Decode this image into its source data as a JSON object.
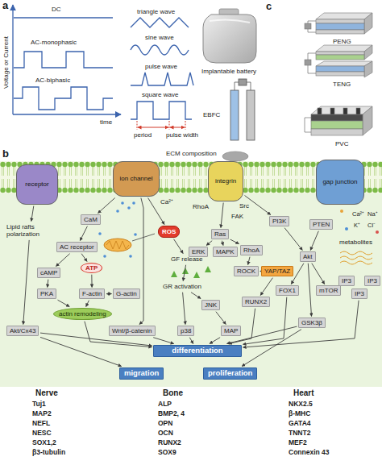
{
  "diagram": {
    "nodes": [
      {
        "text": [
          "receptor"
        ]
      },
      {
        "text": [
          "ion channel"
        ]
      },
      {
        "text": [
          "integrin"
        ]
      },
      {
        "text": [
          "gap junction"
        ]
      },
      {
        "text": [
          "Lipid rafts polarization"
        ]
      },
      {
        "text": [
          "CaM"
        ]
      },
      {
        "text": [
          "ROS"
        ]
      },
      {
        "text": [
          "AC receptor"
        ]
      },
      {
        "text": [
          "ATP"
        ]
      },
      {
        "text": [
          "cAMP"
        ]
      },
      {
        "text": [
          "PKA"
        ]
      },
      {
        "text": [
          "F-actin"
        ]
      },
      {
        "text": [
          "G-actin"
        ]
      },
      {
        "text": [
          "actin remodeling"
        ]
      },
      {
        "text": [
          "Akt/Cx43"
        ]
      },
      {
        "text": [
          "GF release"
        ]
      },
      {
        "text": [
          "GR activation"
        ]
      },
      {
        "text": [
          "Wnt/β-catenin"
        ]
      },
      {
        "text": [
          "p38"
        ]
      },
      {
        "text": [
          "JNK"
        ]
      },
      {
        "text": [
          "MAP"
        ]
      },
      {
        "text": [
          "Ras"
        ]
      },
      {
        "text": [
          "ERK"
        ]
      },
      {
        "text": [
          "MAPK"
        ]
      },
      {
        "text": [
          "RhoA"
        ]
      },
      {
        "text": [
          "ROCK"
        ]
      },
      {
        "text": [
          "YAP/TAZ"
        ]
      },
      {
        "text": [
          "RUNX2"
        ]
      },
      {
        "text": [
          "PI3K"
        ]
      },
      {
        "text": [
          "PTEN"
        ]
      },
      {
        "text": [
          "Akt"
        ]
      },
      {
        "text": [
          "FOX1"
        ]
      },
      {
        "text": [
          "mTOR"
        ]
      },
      {
        "text": [
          "GSK3β"
        ]
      },
      {
        "text": [
          "IP3"
        ]
      },
      {
        "text": [
          "IP3"
        ]
      },
      {
        "text": [
          "IP3"
        ]
      },
      {
        "text": [
          "differentiation"
        ]
      },
      {
        "text": [
          "migration"
        ]
      },
      {
        "text": [
          "proliferation"
        ]
      }
    ],
    "edges": [
      {
        "from": 0,
        "to": 4,
        "arrow": "to"
      },
      {
        "from": 1,
        "to": 5,
        "arrow": "to"
      },
      {
        "from": 5,
        "to": 7,
        "arrow": "to"
      },
      {
        "from": 7,
        "to": 9,
        "arrow": "to"
      },
      {
        "from": 7,
        "to": 8,
        "arrow": "to"
      },
      {
        "from": 9,
        "to": 10,
        "arrow": "to"
      },
      {
        "from": 8,
        "to": 11,
        "arrow": "to"
      },
      {
        "from": 11,
        "to": 12,
        "arrow": "both"
      },
      {
        "from": 10,
        "to": 13,
        "arrow": "to"
      },
      {
        "from": 11,
        "to": 13,
        "arrow": "to"
      },
      {
        "from": 4,
        "to": 14,
        "arrow": "to"
      },
      {
        "from": 1,
        "to": 6,
        "arrow": "to"
      },
      {
        "from": 6,
        "to": 15,
        "arrow": "to"
      },
      {
        "from": 15,
        "to": 16,
        "arrow": "to"
      },
      {
        "from": 16,
        "to": 18,
        "arrow": "to"
      },
      {
        "from": 16,
        "to": 19,
        "arrow": "to"
      },
      {
        "from": 19,
        "to": 20,
        "arrow": "to"
      },
      {
        "from": 1,
        "to": 17,
        "arrow": "to"
      },
      {
        "from": 2,
        "to": 21,
        "arrow": "to"
      },
      {
        "from": 21,
        "to": 22,
        "arrow": "to"
      },
      {
        "from": 21,
        "to": 23,
        "arrow": "to"
      },
      {
        "from": 21,
        "to": 24,
        "arrow": "to"
      },
      {
        "from": 24,
        "to": 25,
        "arrow": "to"
      },
      {
        "from": 25,
        "to": 26,
        "arrow": "to"
      },
      {
        "from": 26,
        "to": 27,
        "arrow": "to"
      },
      {
        "from": 2,
        "to": 28,
        "arrow": "to"
      },
      {
        "from": 28,
        "to": 30,
        "arrow": "to"
      },
      {
        "from": 29,
        "to": 30,
        "arrow": "to"
      },
      {
        "from": 30,
        "to": 31,
        "arrow": "to"
      },
      {
        "from": 30,
        "to": 32,
        "arrow": "to"
      },
      {
        "from": 30,
        "to": 33,
        "arrow": "to"
      },
      {
        "from": 14,
        "to": 37,
        "arrow": "to"
      },
      {
        "from": 13,
        "to": 37,
        "arrow": "to"
      },
      {
        "from": 17,
        "to": 37,
        "arrow": "to"
      },
      {
        "from": 18,
        "to": 37,
        "arrow": "to"
      },
      {
        "from": 20,
        "to": 37,
        "arrow": "to"
      },
      {
        "from": 27,
        "to": 37,
        "arrow": "to"
      },
      {
        "from": 31,
        "to": 37,
        "arrow": "to"
      },
      {
        "from": 33,
        "to": 37,
        "arrow": "to"
      },
      {
        "from": 35,
        "to": 37,
        "arrow": "to"
      },
      {
        "from": 14,
        "to": 38,
        "arrow": "to"
      },
      {
        "from": 33,
        "to": 39,
        "arrow": "to"
      }
    ],
    "labels": [
      "a",
      "Voltage or Current",
      "DC",
      "AC-monophasic",
      "AC-biphasic",
      "time",
      "triangle wave",
      "sine wave",
      "pulse wave",
      "square wave",
      "period",
      "pulse width",
      "c",
      "Implantable battery",
      "PENG",
      "TENG",
      "EBFC",
      "PVC",
      "b",
      "ECM composition",
      "RhoA",
      "Src",
      "FAK",
      "Ca²⁺",
      "Ca²⁺",
      "Na⁺",
      "K⁺",
      "Cl⁻",
      "metabolites",
      "Nerve",
      "Tuj1",
      "MAP2",
      "NEFL",
      "NESC",
      "SOX1,2",
      "β3-tubulin",
      "Bone",
      "ALP",
      "BMP2, 4",
      "OPN",
      "OCN",
      "RUNX2",
      "SOX9",
      "Heart",
      "NKX2.5",
      "β-MHC",
      "GATA4",
      "TNNT2",
      "MEF2",
      "Connexin 43"
    ]
  }
}
